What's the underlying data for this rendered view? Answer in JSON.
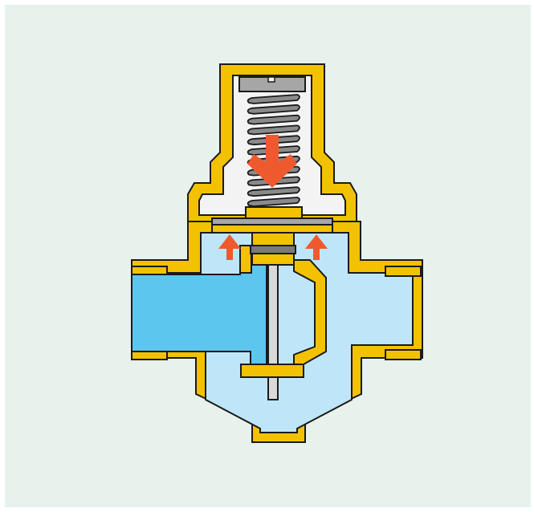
{
  "diagram": {
    "subject": "pressure-reducing-valve-cross-section",
    "labels": [],
    "components": [
      "valve-body",
      "bonnet",
      "adjusting-screw",
      "spring",
      "diaphragm",
      "valve-stem",
      "valve-disc",
      "valve-seat",
      "inlet",
      "outlet",
      "bottom-cap"
    ],
    "colors": {
      "background": "#e8f2ec",
      "brass": "#f2c200",
      "outline": "#1a1a1a",
      "water_dark": "#5cc6ee",
      "water_light": "#bfe6f8",
      "bonnet_interior": "#f3f3f3",
      "spring_gray": "#8a8a8a",
      "screw_gray": "#a6a6a6",
      "force_arrow": "#ee5a2e",
      "stem_gray": "#d9d9d9"
    },
    "icons": {
      "spring_force": "arrow-down-icon",
      "water_pressure": "arrow-up-icon"
    }
  }
}
